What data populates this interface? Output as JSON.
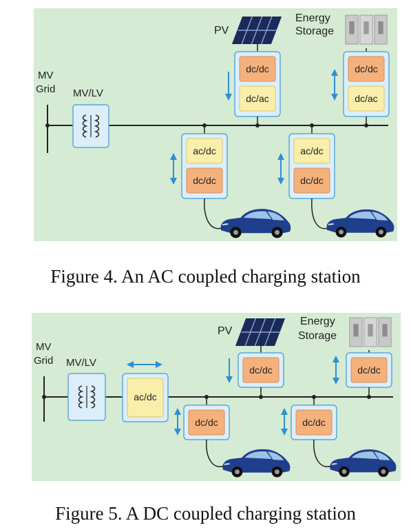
{
  "fig4": {
    "caption": "Figure 4. An AC coupled charging station",
    "mv_grid_label_1": "MV",
    "mv_grid_label_2": "Grid",
    "transformer_label": "MV/LV",
    "pv_label": "PV",
    "energy_storage_label_1": "Energy",
    "energy_storage_label_2": "Storage",
    "pv_converter": [
      "dc/dc",
      "dc/ac"
    ],
    "storage_converter": [
      "dc/dc",
      "dc/ac"
    ],
    "charger_1": [
      "ac/dc",
      "dc/dc"
    ],
    "charger_2": [
      "ac/dc",
      "dc/dc"
    ]
  },
  "fig5": {
    "caption": "Figure 5. A DC coupled charging station",
    "mv_grid_label_1": "MV",
    "mv_grid_label_2": "Grid",
    "transformer_label": "MV/LV",
    "main_converter": "ac/dc",
    "pv_label": "PV",
    "energy_storage_label_1": "Energy",
    "energy_storage_label_2": "Storage",
    "pv_converter": "dc/dc",
    "storage_converter": "dc/dc",
    "charger_1": "dc/dc",
    "charger_2": "dc/dc"
  },
  "colors": {
    "panel_bg": "#d5ebd3",
    "converter_frame": "#dceef9",
    "frame_border": "#5aa9d9",
    "orange_box": "#f4b17c",
    "yellow_box": "#f9eeaa",
    "arrow_blue": "#2f8ed2",
    "line": "#222222",
    "car_body": "#1f3f8c"
  }
}
